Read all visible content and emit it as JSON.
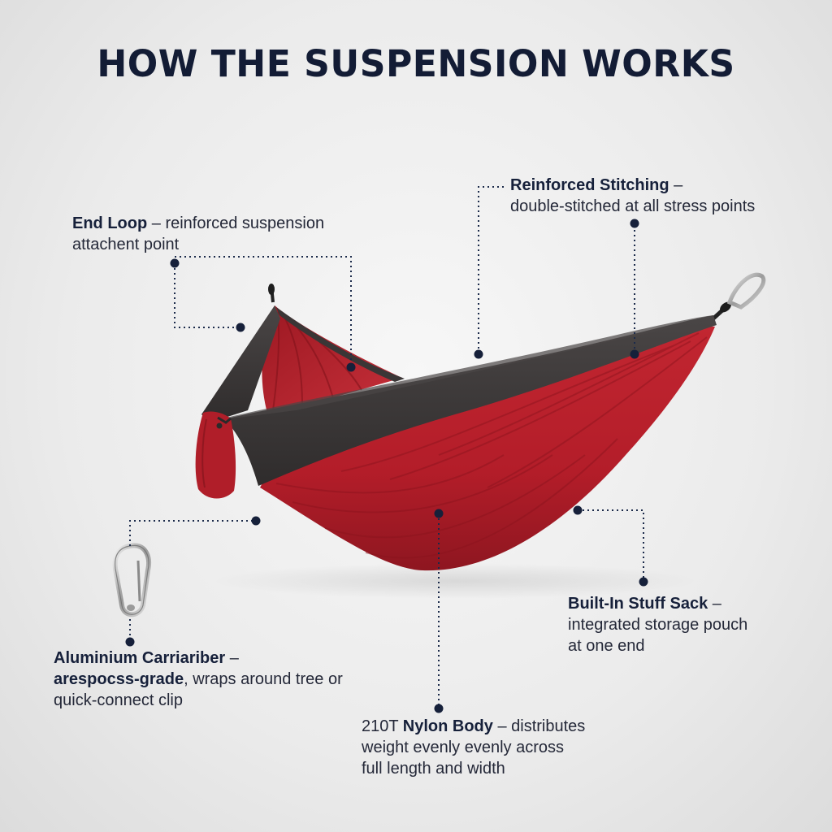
{
  "title": "HOW THE SUSPENSION WORKS",
  "colors": {
    "title": "#131c35",
    "leader": "#1b2a4a",
    "body_red": "#b71f2a",
    "trim_gray": "#3c3939"
  },
  "callouts": {
    "end_loop": {
      "name": "End Loop",
      "line1_rest": " – reinforced suspension",
      "line2": "attachent point"
    },
    "stitching": {
      "name": "Reinforced Stitching",
      "line1_rest": " –",
      "line2": "double-stitched at all stress points"
    },
    "carabiner": {
      "name": "Aluminium Carriariber",
      "line1_rest": " –",
      "line2_bold": "arespocss-grade",
      "line2_rest": ", wraps around tree or",
      "line3": "quick-connect clip"
    },
    "stuff_sack": {
      "name": "Built-In Stuff Sack",
      "line1_rest": " –",
      "line2": "integrated storage pouch",
      "line3": "at one end"
    },
    "nylon_body": {
      "prefix": "210T ",
      "name": "Nylon Body",
      "line1_rest": " – distributes",
      "line2": "weight evenly evenly across",
      "line3": "full length and width"
    }
  }
}
